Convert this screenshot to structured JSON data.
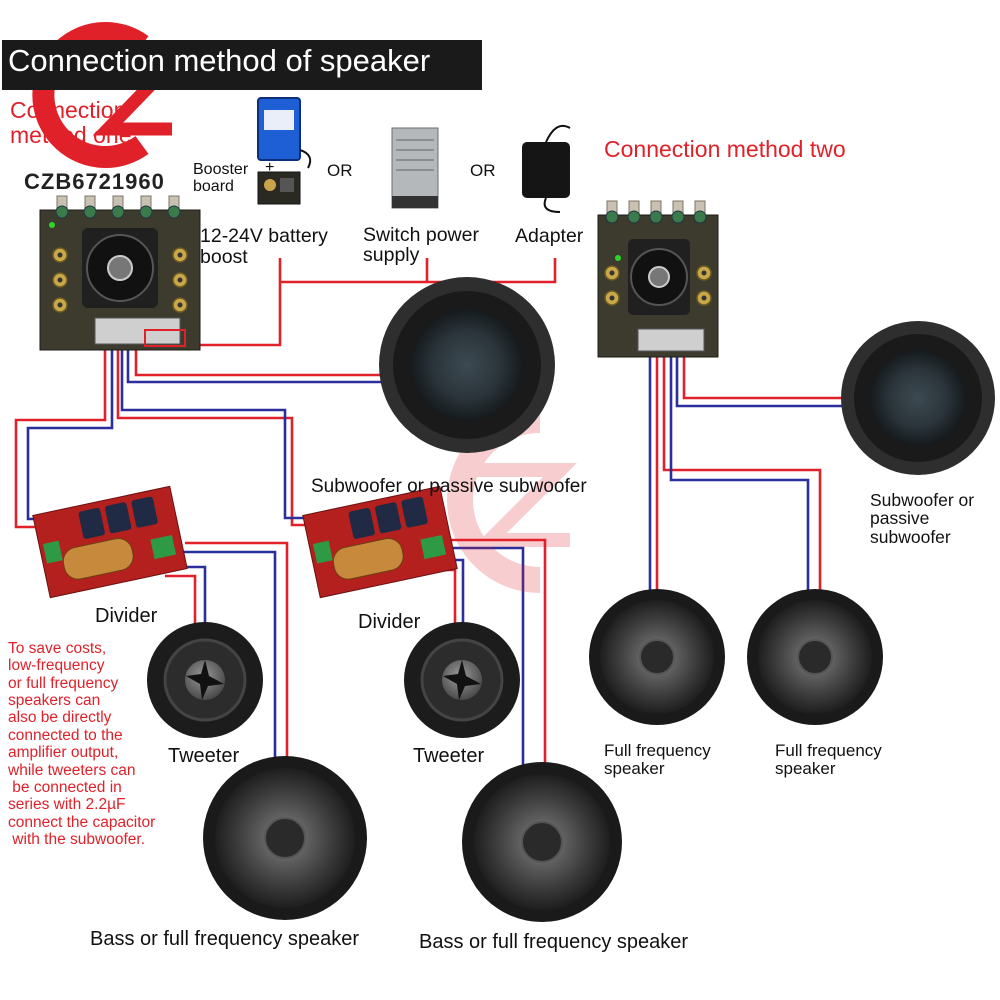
{
  "title": "Connection method of speaker",
  "watermark": "CZB6721960",
  "methods": {
    "one": "Connection method one",
    "two": "Connection method two"
  },
  "power": {
    "booster_board": "Booster board",
    "plus": "+",
    "battery": "12-24V battery boost",
    "or": "OR",
    "switch": "Switch power supply",
    "adapter": "Adapter"
  },
  "labels": {
    "subwoofer_one": "Subwoofer or passive subwoofer",
    "subwoofer_two": "Subwoofer or passive subwoofer",
    "divider": "Divider",
    "tweeter": "Tweeter",
    "bass": "Bass or full frequency speaker",
    "full_freq": "Full frequency speaker"
  },
  "note": "To save costs,\nlow-frequency\nor full frequency\nspeakers can\nalso be directly\nconnected to the\namplifier output,\nwhile tweeters can\n be connected in\nseries with 2.2µF\nconnect the capacitor\n with the subwoofer.",
  "colors": {
    "wire_red": "#e0212a",
    "wire_blue": "#2b2f9c",
    "pcb": "#3a3a2e",
    "title_bg": "#1a1a1a"
  }
}
